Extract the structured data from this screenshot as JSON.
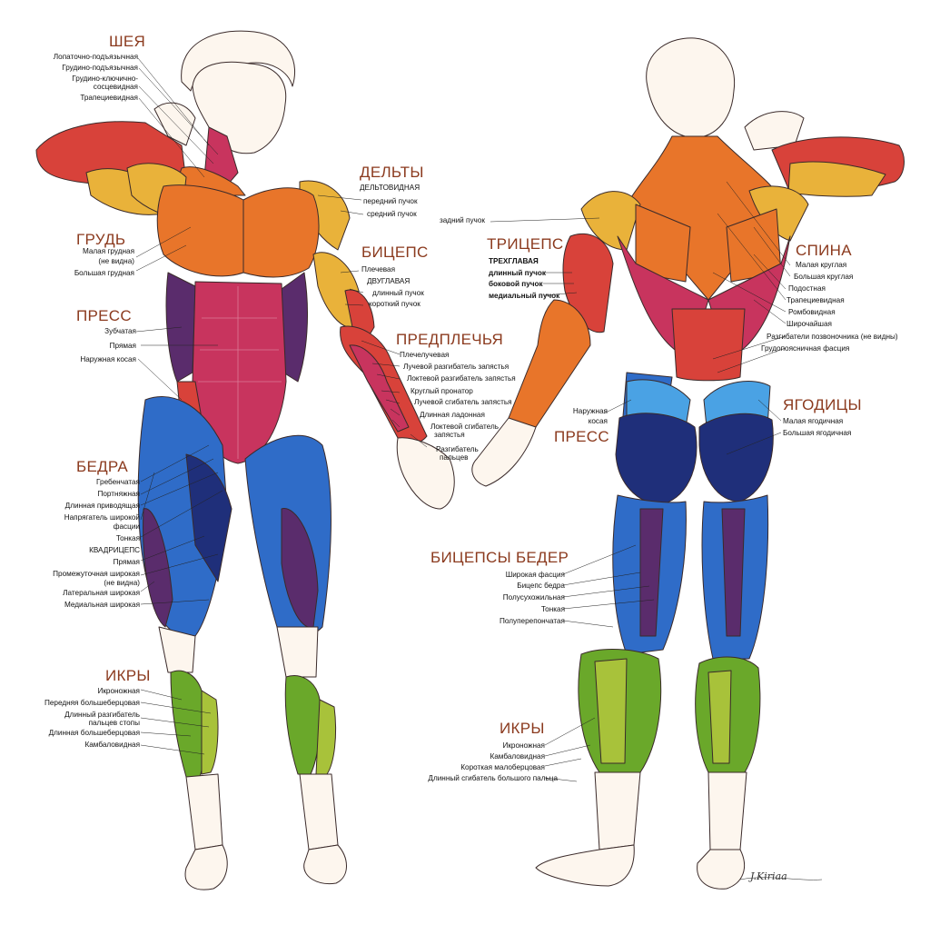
{
  "colors": {
    "header": "#8b3a1e",
    "skin": "#fdf6ee",
    "red": "#d8423a",
    "orange": "#e8752a",
    "yellow": "#e9b23a",
    "magenta": "#c8345e",
    "purple": "#5a2c6c",
    "blue": "#2f6cc8",
    "navy": "#1f2f7a",
    "lightblue": "#4aa2e4",
    "green": "#6aa82a",
    "lime": "#a8c23a"
  },
  "front": {
    "neck": {
      "title": "ШЕЯ",
      "items": [
        "Лопаточно-подъязычная",
        "Грудино-подъязычная",
        "Грудино-ключично-",
        "сосцевидная",
        "Трапециевидная"
      ]
    },
    "chest": {
      "title": "ГРУДЬ",
      "items": [
        "Малая грудная",
        "(не видна)",
        "Большая грудная"
      ]
    },
    "abs": {
      "title": "ПРЕСС",
      "items": [
        "Зубчатая",
        "Прямая",
        "Наружная косая"
      ]
    },
    "thighs": {
      "title": "БЕДРА",
      "items": [
        "Гребенчатая",
        "Портняжная",
        "Длинная приводящая",
        "Напрягатель широкой",
        "фасции",
        "Тонкая",
        "КВАДРИЦЕПС",
        "Прямая",
        "Промежуточная широкая",
        "(не видна)",
        "Латеральная широкая",
        "Медиальная широкая"
      ]
    },
    "calves": {
      "title": "ИКРЫ",
      "items": [
        "Икроножная",
        "Передняя большеберцовая",
        "Длинный разгибатель",
        "пальцев стопы",
        "Длинная большеберцовая",
        "Камбаловидная"
      ]
    },
    "delts": {
      "title": "ДЕЛЬТЫ",
      "items": [
        "ДЕЛЬТОВИДНАЯ",
        "передний пучок",
        "средний пучок"
      ]
    },
    "biceps": {
      "title": "БИЦЕПС",
      "items": [
        "Плечевая",
        "ДВУГЛАВАЯ",
        "длинный пучок",
        "короткий пучок"
      ]
    },
    "forearms": {
      "title": "ПРЕДПЛЕЧЬЯ",
      "items": [
        "Плечелучевая",
        "Лучевой разгибатель запястья",
        "Локтевой разгибатель запястья",
        "Круглый пронатор",
        "Лучевой сгибатель запястья",
        "Длинная ладонная",
        "Локтевой сгибатель",
        "запястья",
        "Разгибатель",
        "пальцев"
      ]
    }
  },
  "back": {
    "rear_delt": "задний пучок",
    "triceps": {
      "title": "ТРИЦЕПС",
      "items": [
        "ТРЕХГЛАВАЯ",
        "длинный пучок",
        "боковой пучок",
        "медиальный пучок"
      ]
    },
    "back": {
      "title": "СПИНА",
      "items": [
        "Малая круглая",
        "Большая круглая",
        "Подостная",
        "Трапециевидная",
        "Ромбовидная",
        "Широчайшая",
        "Разгибатели позвоночника (не видны)",
        "Грудопоясничная фасция"
      ]
    },
    "glutes": {
      "title": "ЯГОДИЦЫ",
      "items": [
        "Малая ягодичная",
        "Большая ягодичная"
      ]
    },
    "abs": {
      "title": "ПРЕСС",
      "items": [
        "Наружная",
        "косая"
      ]
    },
    "hamstrings": {
      "title": "БИЦЕПСЫ БЕДЕР",
      "items": [
        "Широкая фасция",
        "Бицепс бедра",
        "Полусухожильная",
        "Тонкая",
        "Полуперепончатая"
      ]
    },
    "calves": {
      "title": "ИКРЫ",
      "items": [
        "Икроножная",
        "Камбаловидная",
        "Короткая малоберцовая",
        "Длинный сгибатель большого пальца"
      ]
    }
  },
  "signature": "J.Kiriaa"
}
